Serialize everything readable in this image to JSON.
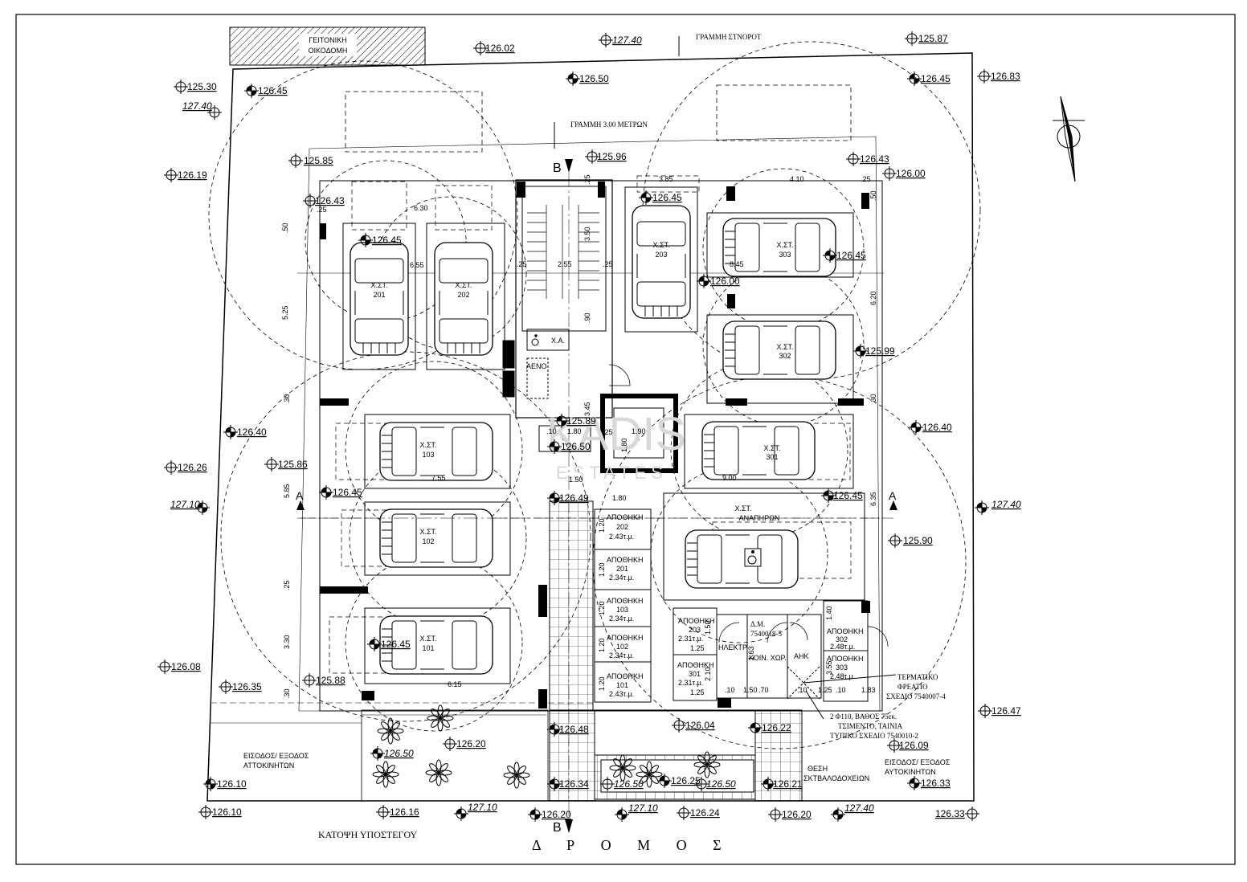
{
  "title": "ΚΑΤΟΨΗ ΥΠΟΣΤΕΓΟΥ",
  "road": "Δ Ρ Ο Μ Ο Σ",
  "labels": {
    "neighbor": "ΓΕΙΤΟΝΙΚΗ",
    "neighbor2": "ΟΙΚΟΔΟΜΗ",
    "boundary_line": "ΓΡΑΜΜΗ ΣΤΝΟΡΟΤ",
    "line_3m": "ΓΡΑΜΜΗ 3.00 ΜΕΤΡΩΝ",
    "entry_left_1": "ΕΙΣΟΔΟΣ/ ΕΞΟΔΟΣ",
    "entry_left_2": "ΑΤΤΟΚΙΝΗΤΩΝ",
    "entry_right_1": "ΕΙΣΟΔΟΣ/ ΕΞΟΔΟΣ",
    "entry_right_2": "ΑΥΤΟΚΙΝΗΤΩΝ",
    "xa": "Χ.Α.",
    "aeno": "ΑΕΝΟ",
    "disabled_space_1": "Χ.ΣΤ.",
    "disabled_space_2": "ΑΝΑΠΗΡΩΝ",
    "electric": "ΗΛΕΚΤΡ.",
    "common": "ΚΟΙΝ. ΧΩΡ.",
    "ahk": "ΑΗΚ",
    "dm": "Δ.Μ.",
    "dm_code": "7540018-5",
    "terminal_1": "ΤΕΡΜΑΤΙΚΟ",
    "terminal_2": "ΦΡΕΑΤΙΟ",
    "terminal_3": "ΣΧΕΔΙΟ 7540007-4",
    "pipe_1": "2 Φ110, ΒΑΘΟΣ 75εκ.",
    "pipe_2": "ΤΣΙΜΕΝΤΟ, ΤΑΙΝΙΑ",
    "pipe_3": "ΤΥΠΙΚΟ ΣΧΕΔΙΟ 7540010-2",
    "bins_1": "ΘΕΣΗ",
    "bins_2": "ΣΚΤΒΑΛΟΔΟΧΕΙΩΝ",
    "section_a": "A",
    "section_b": "B",
    "watermark_1": "KADIS",
    "watermark_2": "ESTATES"
  },
  "parking": [
    {
      "id": "201",
      "label": "Χ.ΣΤ.",
      "num": "201"
    },
    {
      "id": "202",
      "label": "Χ.ΣΤ.",
      "num": "202"
    },
    {
      "id": "203",
      "label": "Χ.ΣΤ.",
      "num": "203"
    },
    {
      "id": "303",
      "label": "Χ.ΣΤ.",
      "num": "303"
    },
    {
      "id": "302",
      "label": "Χ.ΣΤ.",
      "num": "302"
    },
    {
      "id": "103",
      "label": "Χ.ΣΤ.",
      "num": "103"
    },
    {
      "id": "301",
      "label": "Χ.ΣΤ.",
      "num": "301"
    },
    {
      "id": "102",
      "label": "Χ.ΣΤ.",
      "num": "102"
    },
    {
      "id": "101",
      "label": "Χ.ΣΤ.",
      "num": "101"
    }
  ],
  "storage": [
    {
      "name": "ΑΠΟΘΗΚΗ",
      "num": "202",
      "area": "2.43τ.μ."
    },
    {
      "name": "ΑΠΟΘΗΚΗ",
      "num": "201",
      "area": "2.34τ.μ."
    },
    {
      "name": "ΑΠΟΘΗΚΗ",
      "num": "103",
      "area": "2.34τ.μ."
    },
    {
      "name": "ΑΠΟΘΗΚΗ",
      "num": "102",
      "area": "2.34τ.μ."
    },
    {
      "name": "ΑΠΟΘΗΚΗ",
      "num": "101",
      "area": "2.43τ.μ."
    },
    {
      "name": "ΑΠΟΘΗΚΗ",
      "num": "203",
      "area": "2.31τ.μ."
    },
    {
      "name": "ΑΠΟΘΗΚΗ",
      "num": "301",
      "area": "2.31τ.μ."
    },
    {
      "name": "ΑΠΟΘΗΚΗ",
      "num": "302",
      "area": "2.48τ.μ."
    },
    {
      "name": "ΑΠΟΘΗΚΗ",
      "num": "303",
      "area": "2.48τ.μ."
    }
  ],
  "levels_plain": [
    "126.02",
    "127.40",
    "125.87",
    "125.30",
    "126.45",
    "126.50",
    "126.45",
    "126.83",
    "127.40",
    "126.19",
    "125.85",
    "125.96",
    "126.43",
    "126.00",
    "126.43",
    "126.45",
    "126.45",
    "126.45",
    "126.00",
    "125.99",
    "126.40",
    "125.89",
    "126.50",
    "126.40",
    "126.26",
    "125.86",
    "126.45",
    "126.49",
    "126.45",
    "125.90",
    "127.10",
    "127.40",
    "126.08",
    "126.35",
    "125.88",
    "126.45",
    "126.47",
    "126.48",
    "126.04",
    "126.22",
    "126.20",
    "126.50",
    "126.09",
    "126.10",
    "126.34",
    "126.50",
    "126.25",
    "126.50",
    "126.21",
    "126.33",
    "126.10",
    "126.16",
    "127.10",
    "126.20",
    "127.10",
    "126.24",
    "126.20",
    "127.40",
    "126.33"
  ],
  "dimensions": [
    "3.85",
    "4.10",
    ".25",
    "6.30",
    ".25",
    "6.55",
    "8.45",
    ".50",
    "5.25",
    "2.55",
    ".25",
    ".25",
    "3.50",
    ".25",
    "6.20",
    ".90",
    ".30",
    ".30",
    "1.80",
    ".10",
    "1.90",
    "3.45",
    "1.80",
    ".25",
    "7.55",
    "9.00",
    ".50",
    "5.85",
    "6.35",
    "1.80",
    "1.20",
    "1.20",
    "1.20",
    "1.20",
    "1.20",
    ".25",
    "3.30",
    "6.15",
    ".30",
    "1.50",
    "1.25",
    "1.50",
    "1.25",
    "2.10",
    "1.63",
    "1.40",
    ".70",
    ".10",
    "1.50",
    ".10",
    "1.25",
    ".10",
    "1.83",
    "3.55"
  ]
}
